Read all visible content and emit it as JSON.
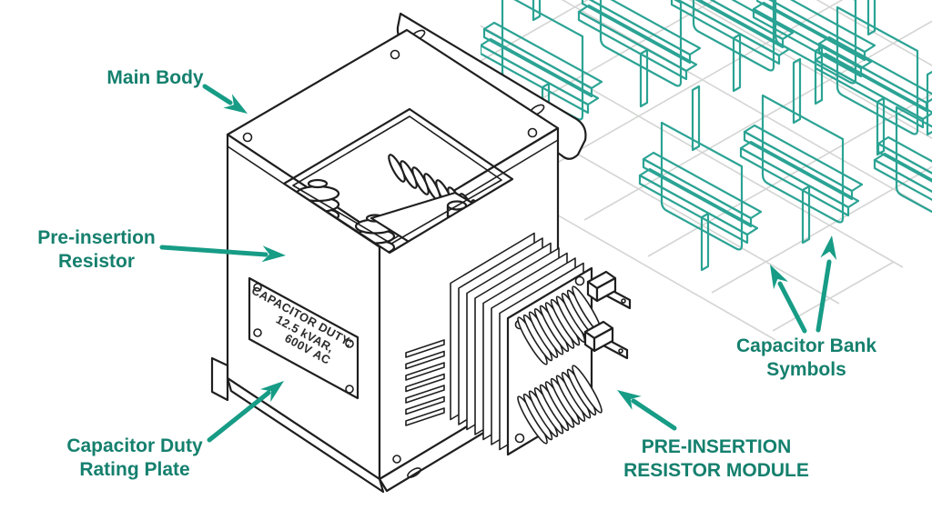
{
  "diagram": {
    "labels": {
      "main_body": "Main Body",
      "pre_insertion_resistor_line1": "Pre-insertion",
      "pre_insertion_resistor_line2": "Resistor",
      "rating_plate_label_line1": "Capacitor Duty",
      "rating_plate_label_line2": "Rating Plate",
      "module_label_line1": "PRE-INSERTION",
      "module_label_line2": "RESISTOR MODULE",
      "bank_label_line1": "Capacitor Bank",
      "bank_label_line2": "Symbols"
    },
    "rating_plate_text": {
      "line1": "CAPACITOR DUTY:",
      "line2": "12.5 kVAR,",
      "line3": "600V AC"
    },
    "colors": {
      "background": "#ffffff",
      "line_art": "#1f1f1f",
      "label_text": "#15806e",
      "arrow": "#179c86",
      "capacitor_symbol": "#2ba394",
      "grid_line": "#d3d5d3",
      "plate_text": "#2a2a2a"
    }
  }
}
